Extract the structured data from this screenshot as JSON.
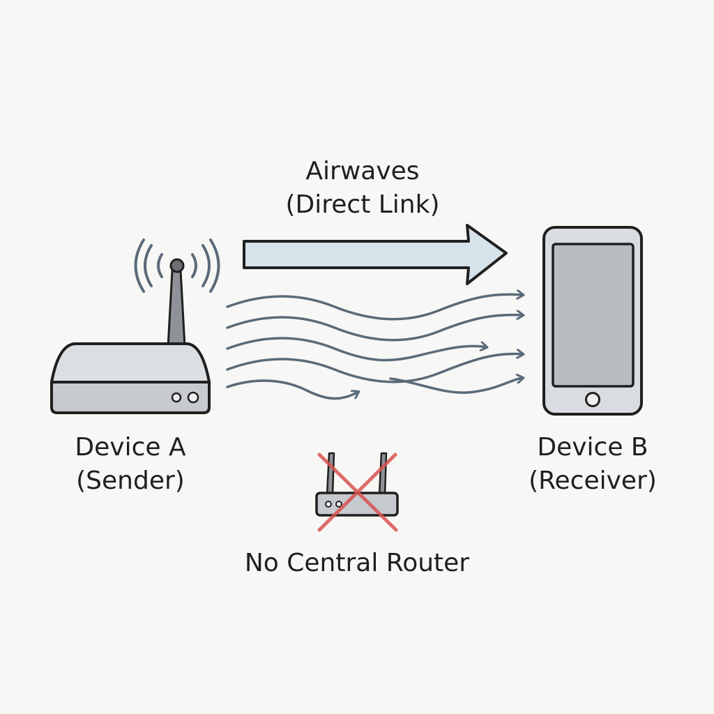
{
  "link_label": {
    "line1": "Airwaves",
    "line2": "(Direct Link)"
  },
  "device_a": {
    "name": "Device A",
    "role": "(Sender)",
    "icon": "wireless-router-icon"
  },
  "device_b": {
    "name": "Device B",
    "role": "(Receiver)",
    "icon": "smartphone-icon"
  },
  "central_router": {
    "label": "No Central Router",
    "icon": "crossed-out-router-icon"
  },
  "colors": {
    "background": "#f7f7f5",
    "outline": "#1f1f1f",
    "device_fill": "#c9ccd0",
    "device_top": "#dcdfe2",
    "screen_fill": "#b9bcc0",
    "arrow_fill": "#d6e3ea",
    "wave_stroke": "#5a6a78",
    "cross": "#d9534f"
  }
}
